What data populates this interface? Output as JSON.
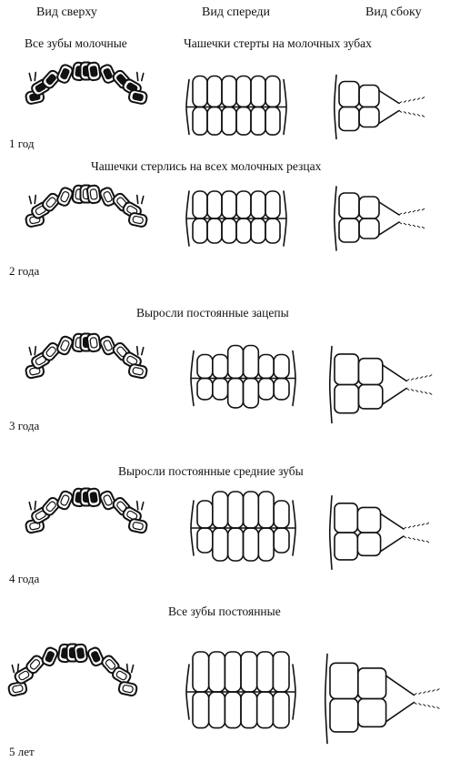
{
  "headers": {
    "top": "Вид сверху",
    "front": "Вид спереди",
    "side": "Вид сбоку"
  },
  "stages": [
    {
      "age": "1 год",
      "caption_left": "Все зубы молочные",
      "caption": "Чашечки стерты на молочных зубах",
      "cups": "milk"
    },
    {
      "age": "2 года",
      "caption": "Чашечки стерлись на всех молочных резцах",
      "cups": "worn"
    },
    {
      "age": "3 года",
      "caption": "Выросли постоянные зацепы",
      "permanent_incisors": 2
    },
    {
      "age": "4 года",
      "caption": "Выросли постоянные средние зубы",
      "permanent_incisors": 4
    },
    {
      "age": "5 лет",
      "caption": "Все зубы постоянные",
      "permanent_incisors": 6
    }
  ]
}
